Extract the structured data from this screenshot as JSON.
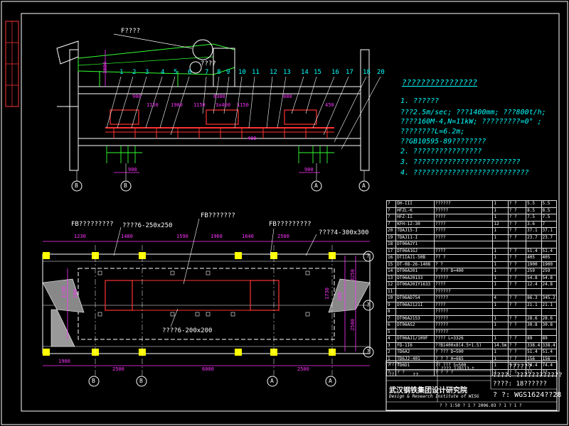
{
  "drawing": {
    "colors": {
      "frame": "#ffffff",
      "note": "#00ffff",
      "dim": "#ff33ff",
      "column": "#ffff00",
      "belt": "#ff3333",
      "guide": "#33ff33"
    },
    "top_view": {
      "label_f": "F????",
      "label_center": "????",
      "part_numbers": [
        "1",
        "2",
        "3",
        "4",
        "5",
        "6",
        "7",
        "8",
        "9",
        "10",
        "11",
        "12",
        "13",
        "14",
        "15",
        "16",
        "17",
        "18",
        "19",
        "20"
      ],
      "dims": {
        "d1800": "1800",
        "d900a": "900",
        "d900b": "900",
        "d1150a": "1150",
        "d1900": "1900",
        "d1150b": "1150",
        "d1150c": "1150",
        "d3400": "3x400",
        "d6300": "6300",
        "d880": "880",
        "d900c": "900",
        "d450": "450",
        "d400": "400"
      },
      "axes": [
        "B",
        "B",
        "A",
        "A"
      ]
    },
    "plan_view": {
      "fb_left": "FB?????????",
      "fb_center": "FB???????",
      "fb_right": "FB?????????",
      "beam1": "????6-250x250",
      "beam2": "????4-300x300",
      "beam3": "????6-200x200",
      "dims_top": [
        "1230",
        "1480",
        "1590",
        "1960",
        "1640",
        "2500"
      ],
      "dims_bottom": [
        "1900",
        "2500",
        "6000",
        "2500"
      ],
      "dims_right": [
        "3250",
        "2500",
        "1730",
        "200"
      ],
      "dims_left": [
        "1730",
        "200"
      ],
      "axes_bottom": [
        "B",
        "B",
        "A",
        "A"
      ],
      "axes_right": [
        "?",
        "?",
        "?"
      ]
    }
  },
  "notes": {
    "title": "????????????????",
    "lines": [
      "1. ??????",
      "???2.5m/sec; ???1400mm; ???800t/h;",
      "????160M-4,N=11kW; ?????????=0° ;",
      "????????L=6.2m;",
      "??GB10595-89????????",
      "2. ????????????????",
      "3. ?????????????????????????",
      "4. ???????????????????????????"
    ]
  },
  "parts_table": {
    "rows": [
      [
        "?",
        "DH-III",
        "??????",
        "1",
        "? ?",
        "5.5",
        "5.5"
      ],
      [
        "?",
        "HFZL-K",
        "?????",
        "1",
        "? ?",
        "8.5",
        "8.5"
      ],
      [
        "?",
        "HFZ-II",
        "????",
        "1",
        "? ?",
        "7.5",
        "7.5"
      ],
      [
        "?",
        "KFH-12-30",
        "????",
        "12",
        "? ?",
        "3.6",
        "7"
      ],
      [
        "20",
        "TDAJ15-I",
        "????",
        "1",
        "? ?",
        "37.1",
        "37.1"
      ],
      [
        "19",
        "TDAJ11-I",
        "????",
        "1",
        "? ?",
        "23.7",
        "23.7"
      ],
      [
        "18",
        "DT06A2Y1",
        "",
        "",
        "",
        "",
        ""
      ],
      [
        "17",
        "DT06A1GJ",
        "????",
        "1",
        "? ?",
        "51.4",
        "51.4"
      ],
      [
        "16",
        "DTIIAJ1-50B",
        "?? ?",
        "1",
        "? ?",
        "405",
        "405"
      ],
      [
        "15",
        "DT-08-26-1408",
        "? ?",
        "1",
        "? ?",
        "1900",
        "1900"
      ],
      [
        "14",
        "DT06A201",
        "? ???  D=400",
        "1",
        "? ?",
        "259",
        "259"
      ],
      [
        "13",
        "DT06A20133",
        "?????",
        "1",
        "? ?",
        "54.8",
        "54.8"
      ],
      [
        "12",
        "DT06A20IY1633",
        "????",
        "1",
        "? ?",
        "12.4",
        "24.8"
      ],
      [
        "11",
        "",
        "??????",
        "",
        "",
        "",
        ""
      ],
      [
        "10",
        "DT06AD754",
        "?????",
        "4",
        "? ?",
        "86.3",
        "345.2"
      ],
      [
        "9",
        "DT06A2121I",
        "????",
        "1",
        "? ?",
        "21.1",
        "21.1"
      ],
      [
        "8",
        "",
        "?????",
        "",
        "",
        "",
        ""
      ],
      [
        "7",
        "DT06A2153",
        "?????",
        "1",
        "? ?",
        "28.6",
        "28.6"
      ],
      [
        "6",
        "DT06AS2",
        "?????",
        "1",
        "? ?",
        "30.8",
        "30.8"
      ],
      [
        "5",
        "",
        "?????",
        "",
        "",
        "",
        ""
      ],
      [
        "4",
        "DT06AJ1/109F",
        "???? L=3326",
        "1",
        "? ?",
        "89",
        "89"
      ],
      [
        "3",
        "FD-1I6",
        "??B1400x8(4.5+1.5)",
        "14.5m",
        "? ?",
        "338.4",
        "338.4"
      ],
      [
        "2",
        "TD6A2",
        "? ??? D=500",
        "1",
        "? ?",
        "51.4",
        "51.4"
      ],
      [
        "1",
        "TD6J2-401",
        "? ? ? H=685",
        "1",
        "? ?",
        "156",
        "156"
      ],
      [
        "?",
        "TD6D1",
        "?? ??? S=500",
        "1",
        "? ?",
        "74.4",
        "74.4"
      ]
    ],
    "header": [
      "?",
      "? ?",
      "? ? ? ?",
      "?",
      "? ?",
      "??",
      "??"
    ]
  },
  "title_block": {
    "institute_cn": "武汉钢铁集团设计研究院",
    "institute_en": "Design & Research Institute of WISG",
    "project_1": "??????",
    "project_2": "????:  ????????????",
    "project_3": "????:  18??????",
    "drawing_no": "? ?:  WGS1624??28",
    "small_1": "????",
    "small_2": "???? 170113-t",
    "sign": "??",
    "sign2": "??",
    "scale_row": "? ?  1:50  ? 1 ?   2006.03 ? 1 ? 1 ?"
  }
}
